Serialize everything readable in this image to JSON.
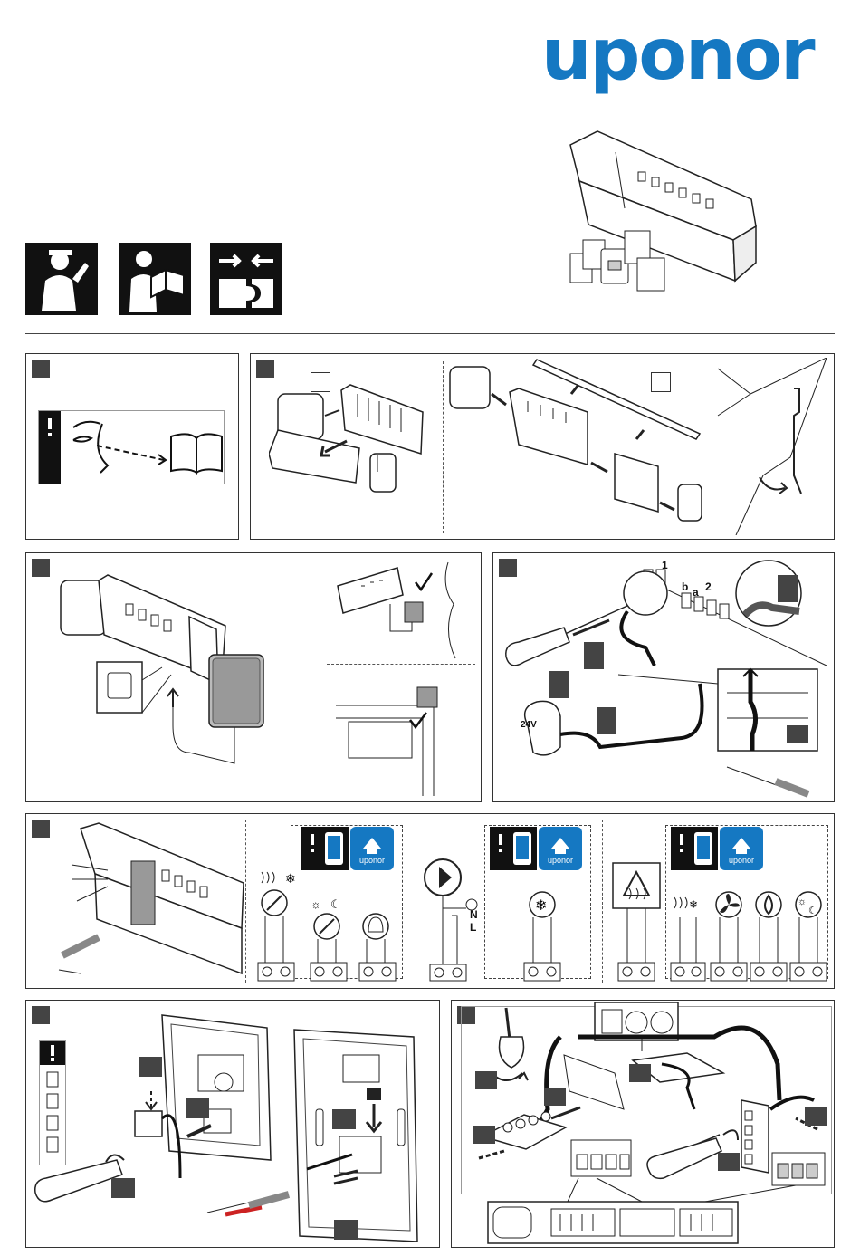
{
  "brand": {
    "logo_text": "uponor",
    "logo_color": "#1578c2"
  },
  "panel_colors": {
    "border": "#333333",
    "step_marker": "#444444",
    "check_mark": "#111111"
  },
  "icons": [
    "installer-icon",
    "manual-reader-icon",
    "connection-icon",
    "warning-icon",
    "book-icon",
    "smartphone-icon",
    "uponor-app-icon",
    "pump-icon",
    "snowflake-icon",
    "fan-icon",
    "drop-icon",
    "sun-moon-icon",
    "bell-icon",
    "heat-cool-icon"
  ],
  "p5": {
    "voltage": "24V",
    "terminal_1": "1",
    "terminal_2": "2",
    "terminal_a": "a",
    "terminal_b": "b"
  },
  "p6": {
    "app_label_1": "uponor",
    "app_label_2": "uponor",
    "app_label_3": "uponor",
    "pump_n": "N",
    "pump_l": "L"
  }
}
